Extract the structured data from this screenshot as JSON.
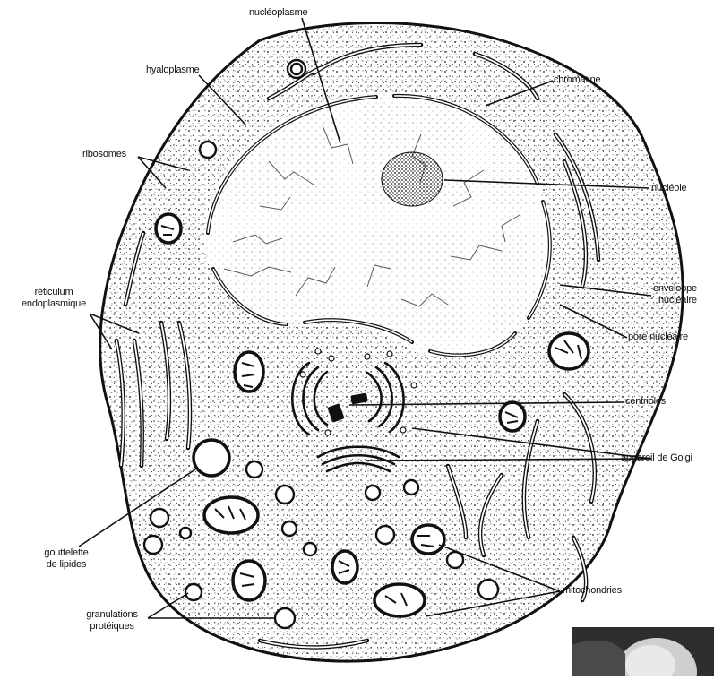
{
  "labels": {
    "nucleoplasme": "nucléoplasme",
    "hyaloplasme": "hyaloplasme",
    "chromatine": "chromatine",
    "ribosomes": "ribosomes",
    "nucleole": "nucléole",
    "reticulum_1": "réticulum",
    "reticulum_2": "endoplasmique",
    "enveloppe_1": "enveloppe",
    "enveloppe_2": "nucléaire",
    "pore": "pore nucléaire",
    "centrioles": "centrioles",
    "golgi": "appareil de Golgi",
    "gouttelette_1": "gouttelette",
    "gouttelette_2": "de lipides",
    "mitochondries": "mitochondries",
    "granulations_1": "granulations",
    "granulations_2": "protéiques"
  },
  "colors": {
    "ink": "#111111",
    "paper": "#ffffff",
    "stipple": "#1a1a1a"
  }
}
